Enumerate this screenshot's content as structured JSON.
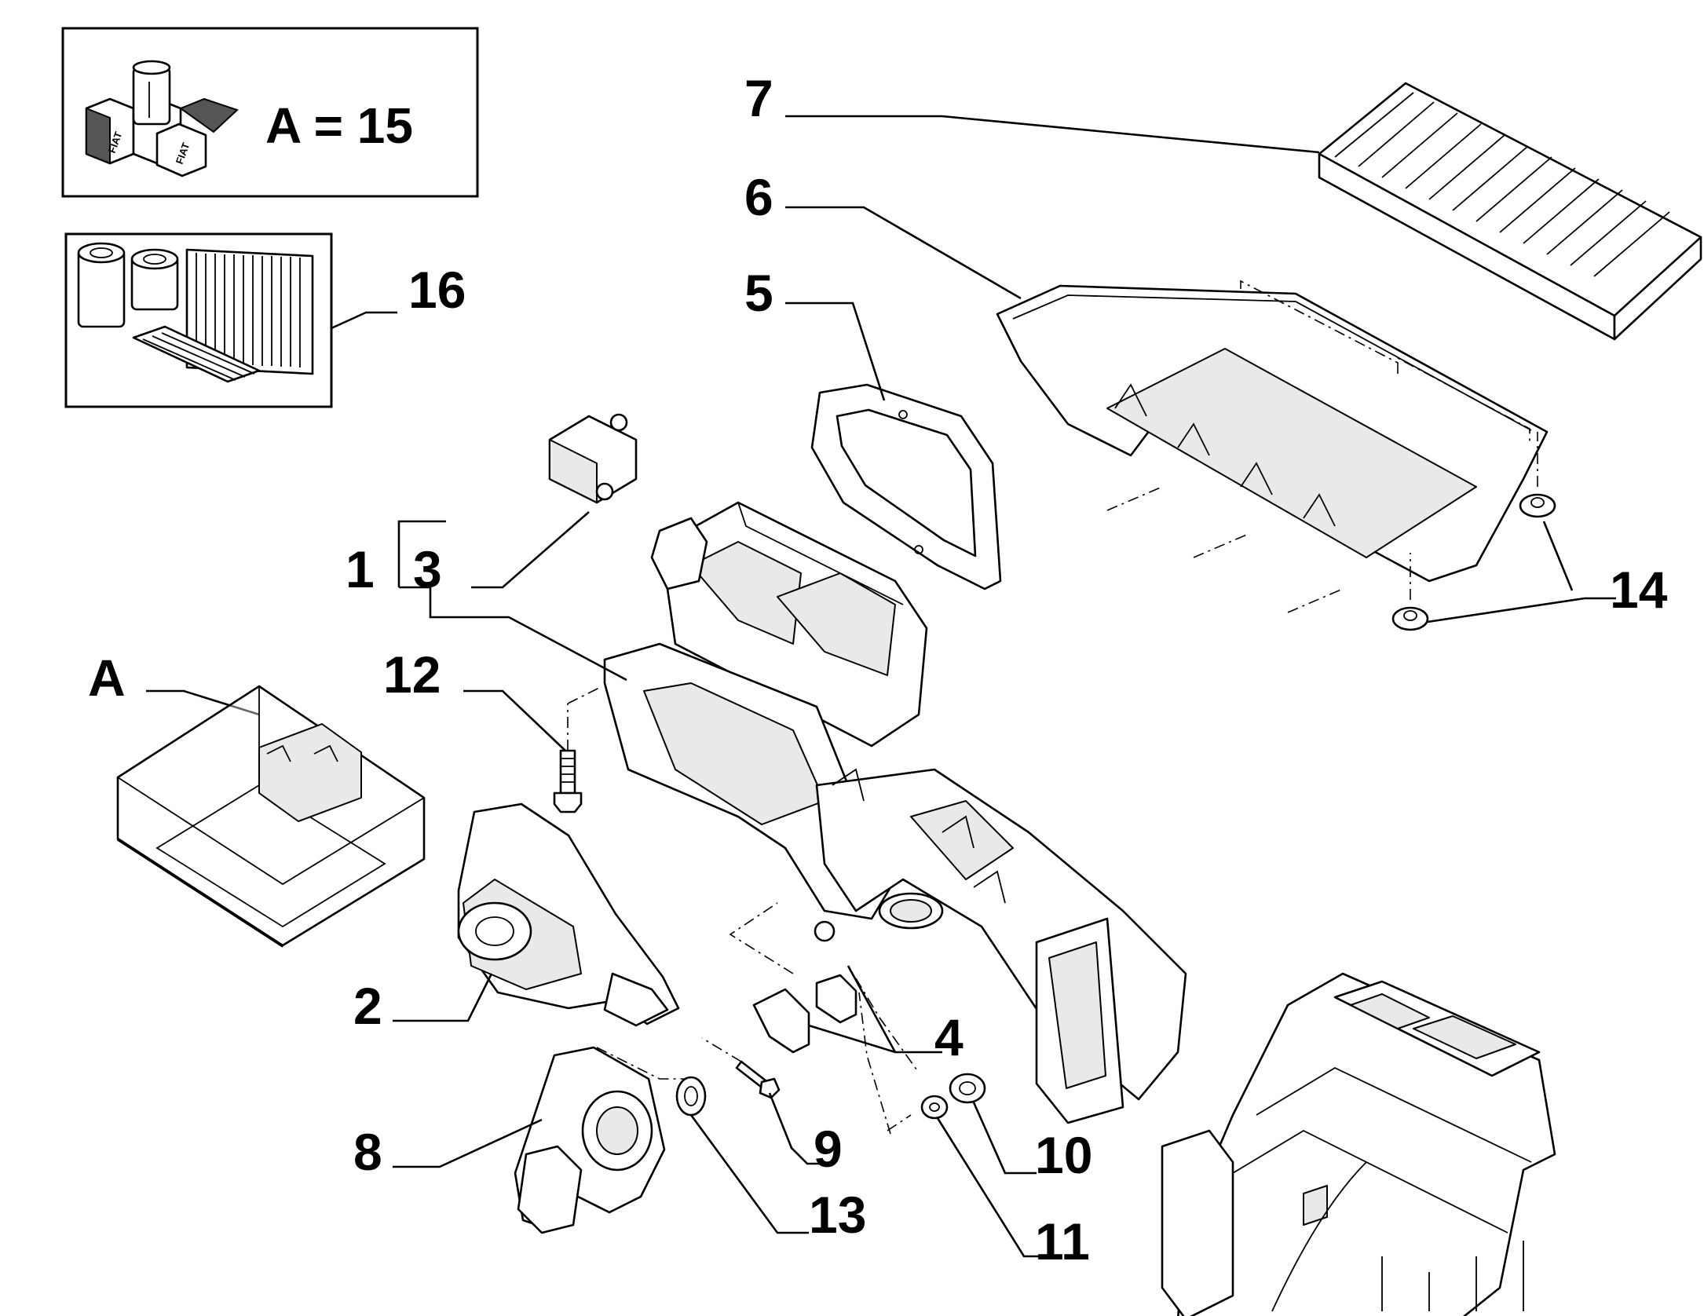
{
  "legend": {
    "a_label": "A = 15",
    "kit_brand": "FIAT",
    "kit_number": "16",
    "kit_letter": "A"
  },
  "callouts": {
    "c1": "1",
    "c2": "2",
    "c3": "3",
    "c4": "4",
    "c5": "5",
    "c6": "6",
    "c7": "7",
    "c8": "8",
    "c9": "9",
    "c10": "10",
    "c11": "11",
    "c12": "12",
    "c13": "13",
    "c14": "14"
  },
  "icons": [
    "fiat-box-icon",
    "oil-filter-icon",
    "air-filter-icon",
    "cabin-filter-icon",
    "kit-package-icon"
  ],
  "colors": {
    "ink": "#000000",
    "paper": "#ffffff",
    "shade": "#e9e9e9"
  }
}
